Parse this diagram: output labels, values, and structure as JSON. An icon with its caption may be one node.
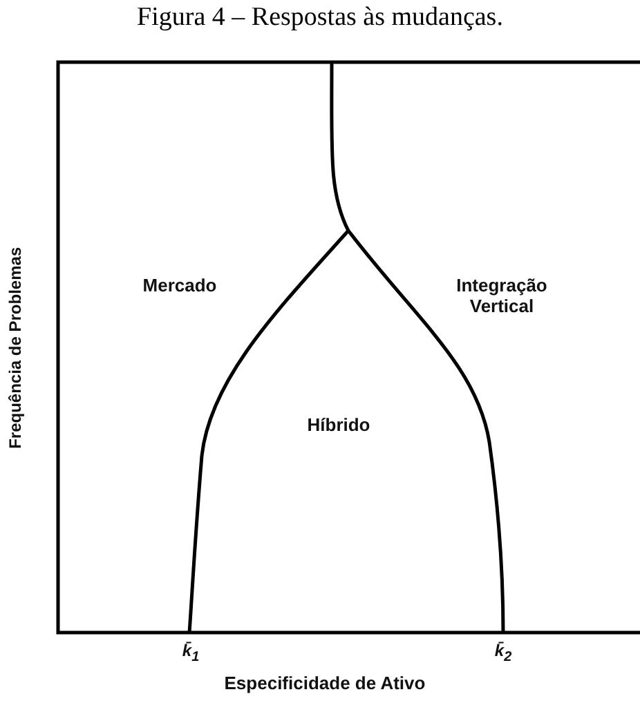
{
  "diagram": {
    "title": "Figura 4 – Respostas às mudanças.",
    "labels": [
      "Mercado",
      "Integração Vertical",
      "Híbrido",
      "k̄$_{1}$",
      "k̄$_{2}$",
      "Frequência de Problemas",
      "Especificidade de Ativo"
    ]
  }
}
